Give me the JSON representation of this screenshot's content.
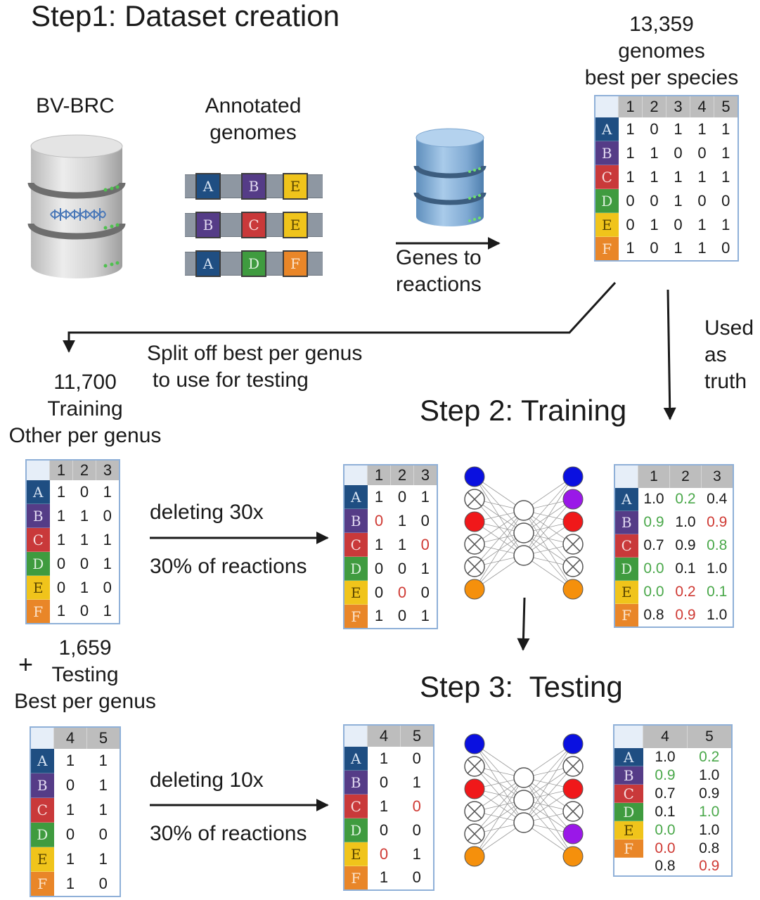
{
  "step1": {
    "title": "Step1: Dataset creation",
    "db_label": "BV-BRC",
    "annotated_label": [
      "Annotated",
      "genomes"
    ],
    "genes_to_reactions": [
      "Genes to",
      "reactions"
    ],
    "best_species_label": [
      "13,359",
      "genomes",
      "best per species"
    ],
    "gene_strips": [
      [
        "A",
        "B",
        "E"
      ],
      [
        "B",
        "C",
        "E"
      ],
      [
        "A",
        "D",
        "F"
      ]
    ],
    "full_table": {
      "cols": [
        "1",
        "2",
        "3",
        "4",
        "5"
      ],
      "rows": [
        {
          "id": "A",
          "vals": [
            "1",
            "0",
            "1",
            "1",
            "1"
          ]
        },
        {
          "id": "B",
          "vals": [
            "1",
            "1",
            "0",
            "0",
            "1"
          ]
        },
        {
          "id": "C",
          "vals": [
            "1",
            "1",
            "1",
            "1",
            "1"
          ]
        },
        {
          "id": "D",
          "vals": [
            "0",
            "0",
            "1",
            "0",
            "0"
          ]
        },
        {
          "id": "E",
          "vals": [
            "0",
            "1",
            "0",
            "1",
            "1"
          ]
        },
        {
          "id": "F",
          "vals": [
            "1",
            "0",
            "1",
            "1",
            "0"
          ]
        }
      ]
    }
  },
  "split_label": [
    "Split off best per genus",
    "to use for testing"
  ],
  "truth_label": [
    "Used",
    "as",
    "truth"
  ],
  "training_set": {
    "label": [
      "11,700",
      "Training",
      "Other per genus"
    ],
    "table": {
      "cols": [
        "1",
        "2",
        "3"
      ],
      "rows": [
        {
          "id": "A",
          "vals": [
            "1",
            "0",
            "1"
          ]
        },
        {
          "id": "B",
          "vals": [
            "1",
            "1",
            "0"
          ]
        },
        {
          "id": "C",
          "vals": [
            "1",
            "1",
            "1"
          ]
        },
        {
          "id": "D",
          "vals": [
            "0",
            "0",
            "1"
          ]
        },
        {
          "id": "E",
          "vals": [
            "0",
            "1",
            "0"
          ]
        },
        {
          "id": "F",
          "vals": [
            "1",
            "0",
            "1"
          ]
        }
      ]
    }
  },
  "step2": {
    "title": "Step 2: Training",
    "arrow_label": [
      "deleting 30x",
      "30% of  reactions"
    ],
    "input_table": {
      "cols": [
        "1",
        "2",
        "3"
      ],
      "rows": [
        {
          "id": "A",
          "vals": [
            "1",
            "0",
            "1"
          ],
          "red": []
        },
        {
          "id": "B",
          "vals": [
            "0",
            "1",
            "0"
          ],
          "red": [
            0
          ]
        },
        {
          "id": "C",
          "vals": [
            "1",
            "1",
            "0"
          ],
          "red": [
            2
          ]
        },
        {
          "id": "D",
          "vals": [
            "0",
            "0",
            "1"
          ],
          "red": []
        },
        {
          "id": "E",
          "vals": [
            "0",
            "0",
            "0"
          ],
          "red": [
            1
          ]
        },
        {
          "id": "F",
          "vals": [
            "1",
            "0",
            "1"
          ],
          "red": []
        }
      ]
    },
    "output_table": {
      "cols": [
        "1",
        "2",
        "3"
      ],
      "rows": [
        {
          "id": "A",
          "vals": [
            "1.0",
            "0.2",
            "0.4"
          ],
          "colors": [
            "",
            "grn",
            ""
          ]
        },
        {
          "id": "B",
          "vals": [
            "0.9",
            "1.0",
            "0.9"
          ],
          "colors": [
            "grn",
            "",
            "red"
          ]
        },
        {
          "id": "C",
          "vals": [
            "0.7",
            "0.9",
            "0.8"
          ],
          "colors": [
            "",
            "",
            "grn"
          ]
        },
        {
          "id": "D",
          "vals": [
            "0.0",
            "0.1",
            "1.0"
          ],
          "colors": [
            "grn",
            "",
            ""
          ]
        },
        {
          "id": "E",
          "vals": [
            "0.0",
            "0.2",
            "0.1"
          ],
          "colors": [
            "grn",
            "red",
            "grn"
          ]
        },
        {
          "id": "F",
          "vals": [
            "0.8",
            "0.9",
            "1.0"
          ],
          "colors": [
            "",
            "red",
            ""
          ]
        }
      ]
    },
    "nn_left": [
      "blue",
      "x",
      "red",
      "x",
      "x",
      "orange"
    ],
    "nn_right": [
      "blue",
      "purple",
      "red",
      "x",
      "x",
      "orange"
    ]
  },
  "testing_set": {
    "plus": "+",
    "label": [
      "1,659",
      "Testing",
      "Best per genus"
    ],
    "table": {
      "cols": [
        "4",
        "5"
      ],
      "rows": [
        {
          "id": "A",
          "vals": [
            "1",
            "1"
          ]
        },
        {
          "id": "B",
          "vals": [
            "0",
            "1"
          ]
        },
        {
          "id": "C",
          "vals": [
            "1",
            "1"
          ]
        },
        {
          "id": "D",
          "vals": [
            "0",
            "0"
          ]
        },
        {
          "id": "E",
          "vals": [
            "1",
            "1"
          ]
        },
        {
          "id": "F",
          "vals": [
            "1",
            "0"
          ]
        }
      ]
    }
  },
  "step3": {
    "title": "Step 3:  Testing",
    "arrow_label": [
      "deleting 10x",
      "30% of  reactions"
    ],
    "input_table": {
      "cols": [
        "4",
        "5"
      ],
      "rows": [
        {
          "id": "A",
          "vals": [
            "1",
            "0"
          ],
          "red": []
        },
        {
          "id": "B",
          "vals": [
            "0",
            "1"
          ],
          "red": []
        },
        {
          "id": "C",
          "vals": [
            "1",
            "0"
          ],
          "red": [
            1
          ]
        },
        {
          "id": "D",
          "vals": [
            "0",
            "0"
          ],
          "red": []
        },
        {
          "id": "E",
          "vals": [
            "0",
            "1"
          ],
          "red": [
            0
          ]
        },
        {
          "id": "F",
          "vals": [
            "1",
            "0"
          ],
          "red": []
        }
      ]
    },
    "output_table": {
      "cols": [
        "4",
        "5"
      ],
      "rows": [
        {
          "id": "A",
          "vals": [
            "1.0",
            "0.2"
          ],
          "colors": [
            "",
            "grn"
          ]
        },
        {
          "id": "B",
          "vals": [
            "0.9",
            "1.0"
          ],
          "colors": [
            "grn",
            ""
          ]
        },
        {
          "id": "C",
          "vals": [
            "0.7",
            "0.9"
          ],
          "colors": [
            "",
            ""
          ]
        },
        {
          "id": "D",
          "vals": [
            "0.1",
            "1.0"
          ],
          "colors": [
            "",
            "grn"
          ]
        },
        {
          "id": "E",
          "vals": [
            "0.0",
            "1.0"
          ],
          "colors": [
            "grn",
            ""
          ]
        },
        {
          "id": "F",
          "vals": [
            "0.0",
            "0.8"
          ],
          "colors": [
            "red",
            ""
          ]
        },
        {
          "id": "",
          "vals": [
            "0.8",
            "0.9"
          ],
          "colors": [
            "",
            "red"
          ]
        }
      ]
    },
    "nn_left": [
      "blue",
      "x",
      "red",
      "x",
      "x",
      "orange"
    ],
    "nn_right": [
      "blue",
      "x",
      "red",
      "x",
      "purple",
      "orange"
    ]
  },
  "colors": {
    "A": "#1f4e82",
    "B": "#553c87",
    "C": "#c9393a",
    "D": "#3f9b3f",
    "E": "#f0c41b",
    "F": "#e98628",
    "node_blue": "#0a10e0",
    "node_red": "#f0181a",
    "node_orange": "#f5900c",
    "node_purple": "#9a18e8"
  }
}
